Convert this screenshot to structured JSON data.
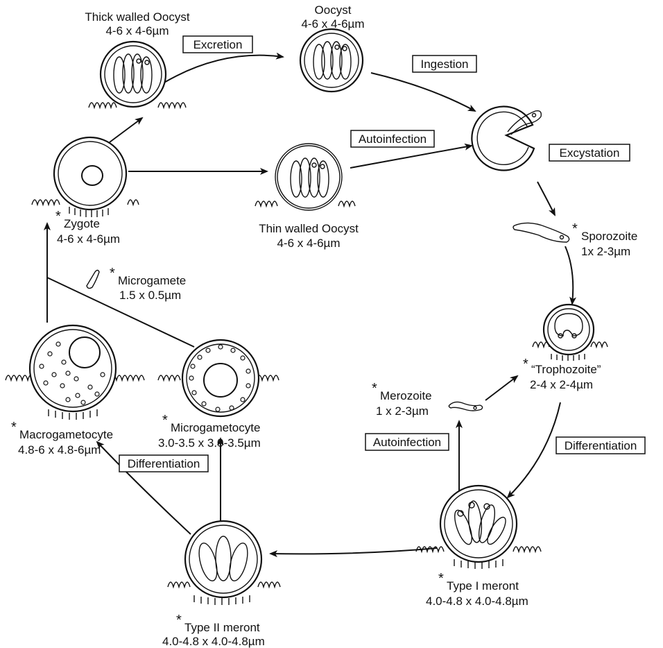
{
  "stages": {
    "thick_oocyst": {
      "title": "Thick walled Oocyst",
      "size": "4-6 x 4-6µm"
    },
    "oocyst": {
      "title": "Oocyst",
      "size": "4-6 x 4-6µm"
    },
    "thin_oocyst": {
      "title": "Thin walled Oocyst",
      "size": "4-6 x 4-6µm"
    },
    "zygote": {
      "star": "*",
      "title": "Zygote",
      "size": "4-6 x 4-6µm"
    },
    "microgamete": {
      "star": "*",
      "title": "Microgamete",
      "size": "1.5 x 0.5µm"
    },
    "sporozoite": {
      "star": "*",
      "title": "Sporozoite",
      "size": "1x 2-3µm"
    },
    "trophozoite": {
      "star": "*",
      "title": "“Trophozoite”",
      "size": "2-4 x 2-4µm"
    },
    "merozoite": {
      "star": "*",
      "title": "Merozoite",
      "size": "1 x 2-3µm"
    },
    "macrogametocyte": {
      "star": "*",
      "title": "Macrogametocyte",
      "size": "4.8-6 x 4.8-6µm"
    },
    "microgametocyte": {
      "star": "*",
      "title": "Microgametocyte",
      "size": "3.0-3.5 x 3.0-3.5µm"
    },
    "type1_meront": {
      "star": "*",
      "title": "Type I meront",
      "size": "4.0-4.8 x 4.0-4.8µm"
    },
    "type2_meront": {
      "star": "*",
      "title": "Type II meront",
      "size": "4.0-4.8 x 4.0-4.8µm"
    }
  },
  "processes": {
    "excretion": "Excretion",
    "ingestion": "Ingestion",
    "autoinfection_top": "Autoinfection",
    "excystation": "Excystation",
    "autoinfection_right": "Autoinfection",
    "differentiation_right": "Differentiation",
    "differentiation_left": "Differentiation"
  }
}
